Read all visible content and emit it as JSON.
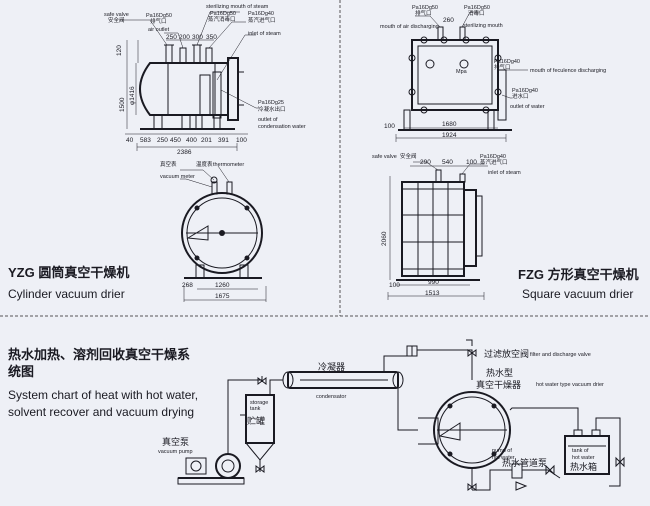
{
  "yzg": {
    "title_cn": "YZG 圆筒真空干燥机",
    "title_en": "Cylinder vacuum drier",
    "labels": {
      "safe_valve": "safe valve",
      "safe_valve_cn": "安全阀",
      "pa16dg50_1": "Pa16Dg50",
      "exhaust_cn": "排气口",
      "air_outlet": "air outlet",
      "sterilizing": "sterilizing mouth of steam",
      "pa16dg50_2": "Pa16Dg50",
      "steam_sterilizing_cn": "蒸汽消毒口",
      "pa16dg40": "Pa16Dg40",
      "steam_inlet_cn": "蒸汽进气口",
      "inlet_steam": "inlet of steam",
      "pa16dg25": "Pa16Dg25",
      "condensate_cn": "冷凝水出口",
      "outlet_of": "outlet of",
      "condensation_water": "condensation water",
      "vacuum_gauge_cn": "真空表",
      "vacuum_meter": "vacuum meter",
      "thermometer_cn": "温度表",
      "thermometer": "thermometer"
    },
    "dims": {
      "d250": "250",
      "d200": "200",
      "d300": "300",
      "d350": "350",
      "d120": "120",
      "d1500": "1500",
      "d1416": "φ1416",
      "d40": "40",
      "d583": "583",
      "d250b": "250",
      "d450": "450",
      "d400": "400",
      "d201": "201",
      "d391": "391",
      "d100": "100",
      "d2386": "2386",
      "d268": "268",
      "d1260": "1260",
      "d1675": "1675"
    }
  },
  "fzg": {
    "title_cn": "FZG 方形真空干燥机",
    "title_en": "Square vacuum drier",
    "labels": {
      "pa16dg50_1": "Pa16Dg50",
      "exhaust_cn": "排气口",
      "pa16dg50_2": "Pa16Dg50",
      "sterilizing_cn": "消毒口",
      "d260": "260",
      "mouth_air": "mouth of air discharging",
      "sterilizing_mouth": "sterilizing mouth",
      "pa16dg40": "Pa16Dg40",
      "discharging_cn": "排气口",
      "mouth_feculence": "mouth of feculence discharging",
      "mpa": "Mpa",
      "pa16dg40b": "Pa16Dg40",
      "drain_cn": "进水口",
      "outlet_water": "outlet of water",
      "safe_valve": "safe valve",
      "safe_valve_cn": "安全阀",
      "pa16dg40c": "Pa16Dg40",
      "steam_inlet_cn": "蒸汽进气口",
      "inlet_steam": "inlet of steam"
    },
    "dims": {
      "d100": "100",
      "d1680": "1680",
      "d1924": "1924",
      "d290": "290",
      "d540": "540",
      "d100b": "100",
      "d2060": "2060",
      "d100c": "100",
      "d990": "990",
      "d1513": "1513"
    }
  },
  "system": {
    "title_cn": "热水加热、溶剂回收真空干燥系统图",
    "title_en": "System chart of heat with hot water, solvent recover and vacuum drying",
    "labels": {
      "filter_valve_cn": "过滤放空阀",
      "filter_valve_en": "filter and discharge valve",
      "condenser_cn": "冷凝器",
      "condenser_en": "condensator",
      "hot_water_type_cn": "热水型",
      "vacuum_dryer_cn": "真空干燥器",
      "hot_water_dryer_en": "hot water type vacuum drier",
      "storage_tank_en1": "storage",
      "storage_tank_en2": "tank",
      "storage_tank_cn": "贮罐",
      "vacuum_pump_cn": "真空泵",
      "vacuum_pump_en": "vacuum pump",
      "pump_hot_water_en1": "pump of",
      "pump_hot_water_en2": "hot water",
      "pump_hot_water_cn": "热水管道泵",
      "tank_hot_water_en1": "tank of",
      "tank_hot_water_en2": "hot water",
      "hot_water_tank_cn": "热水箱"
    }
  }
}
